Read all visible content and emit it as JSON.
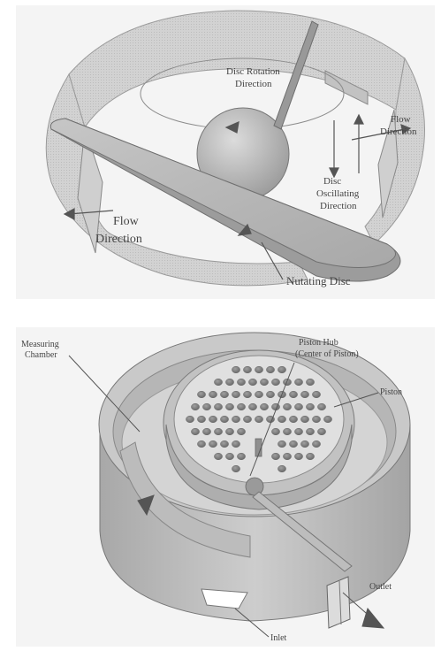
{
  "diagrams": {
    "nutating_disc": {
      "labels": {
        "disc_rotation_line1": "Disc Rotation",
        "disc_rotation_line2": "Direction",
        "flow_right_line1": "Flow",
        "flow_right_line2": "Direction",
        "disc_oscillating_line1": "Disc",
        "disc_oscillating_line2": "Oscillating",
        "disc_oscillating_line3": "Direction",
        "flow_left_line1": "Flow",
        "flow_left_line2": "Direction",
        "nutating_disc": "Nutating Disc"
      }
    },
    "oscillating_piston": {
      "labels": {
        "measuring_line1": "Measuring",
        "measuring_line2": "Chamber",
        "piston_hub_line1": "Piston Hub",
        "piston_hub_line2": "(Center of Piston)",
        "piston": "Piston",
        "outlet": "Outlet",
        "inlet": "Inlet"
      }
    }
  },
  "colors": {
    "panel_bg": "#f4f4f4",
    "housing": "#c9c9c9",
    "housing_dark": "#a9a9a9",
    "disc": "#b4b4b4",
    "hole": "#8a8a8a",
    "text": "#444444"
  }
}
